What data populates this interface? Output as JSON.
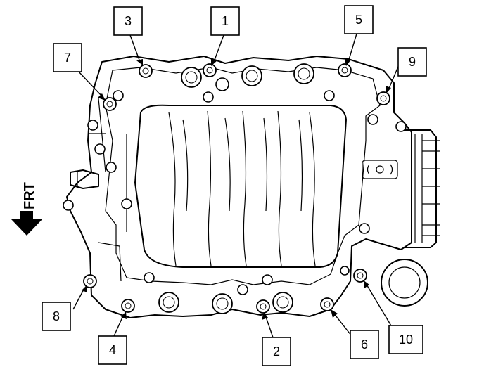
{
  "front_indicator": {
    "label": "FRT"
  },
  "callouts": [
    {
      "id": "1",
      "label": "1"
    },
    {
      "id": "2",
      "label": "2"
    },
    {
      "id": "3",
      "label": "3"
    },
    {
      "id": "4",
      "label": "4"
    },
    {
      "id": "5",
      "label": "5"
    },
    {
      "id": "6",
      "label": "6"
    },
    {
      "id": "7",
      "label": "7"
    },
    {
      "id": "8",
      "label": "8"
    },
    {
      "id": "9",
      "label": "9"
    },
    {
      "id": "10",
      "label": "10"
    }
  ]
}
